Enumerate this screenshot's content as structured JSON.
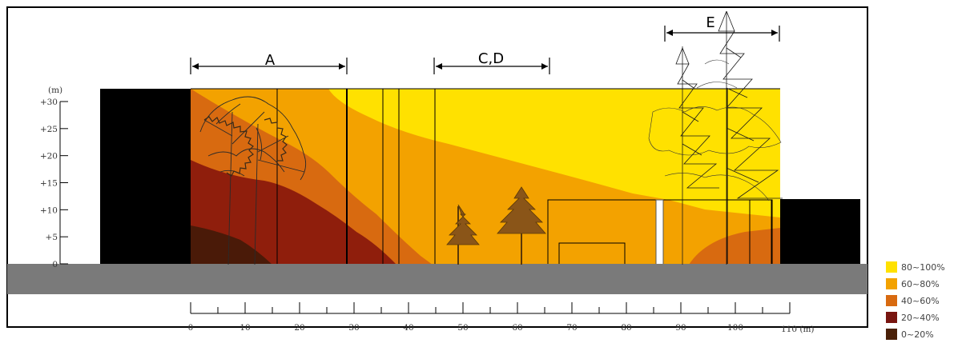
{
  "y_axis": {
    "unit": "(m)",
    "ticks": [
      "+30",
      "+25",
      "+20",
      "+15",
      "+10",
      "+5",
      "0"
    ]
  },
  "x_axis": {
    "ticks": [
      "0",
      "10",
      "20",
      "30",
      "40",
      "50",
      "60",
      "70",
      "80",
      "90",
      "100"
    ],
    "end_label": "110 (m)"
  },
  "sections": [
    {
      "label": "A"
    },
    {
      "label": "C,D"
    },
    {
      "label": "E"
    }
  ],
  "legend": [
    {
      "label": "80~100%",
      "color": "#ffe100"
    },
    {
      "label": "60~80%",
      "color": "#f3a200"
    },
    {
      "label": "40~60%",
      "color": "#d86a10"
    },
    {
      "label": "20~40%",
      "color": "#781510"
    },
    {
      "label": "0~20%",
      "color": "#4a2008"
    }
  ],
  "colors": {
    "ground": "#7a7a7a",
    "building": "#000000",
    "tree_dark": "#7a4a12",
    "tree_line": "#222222"
  }
}
